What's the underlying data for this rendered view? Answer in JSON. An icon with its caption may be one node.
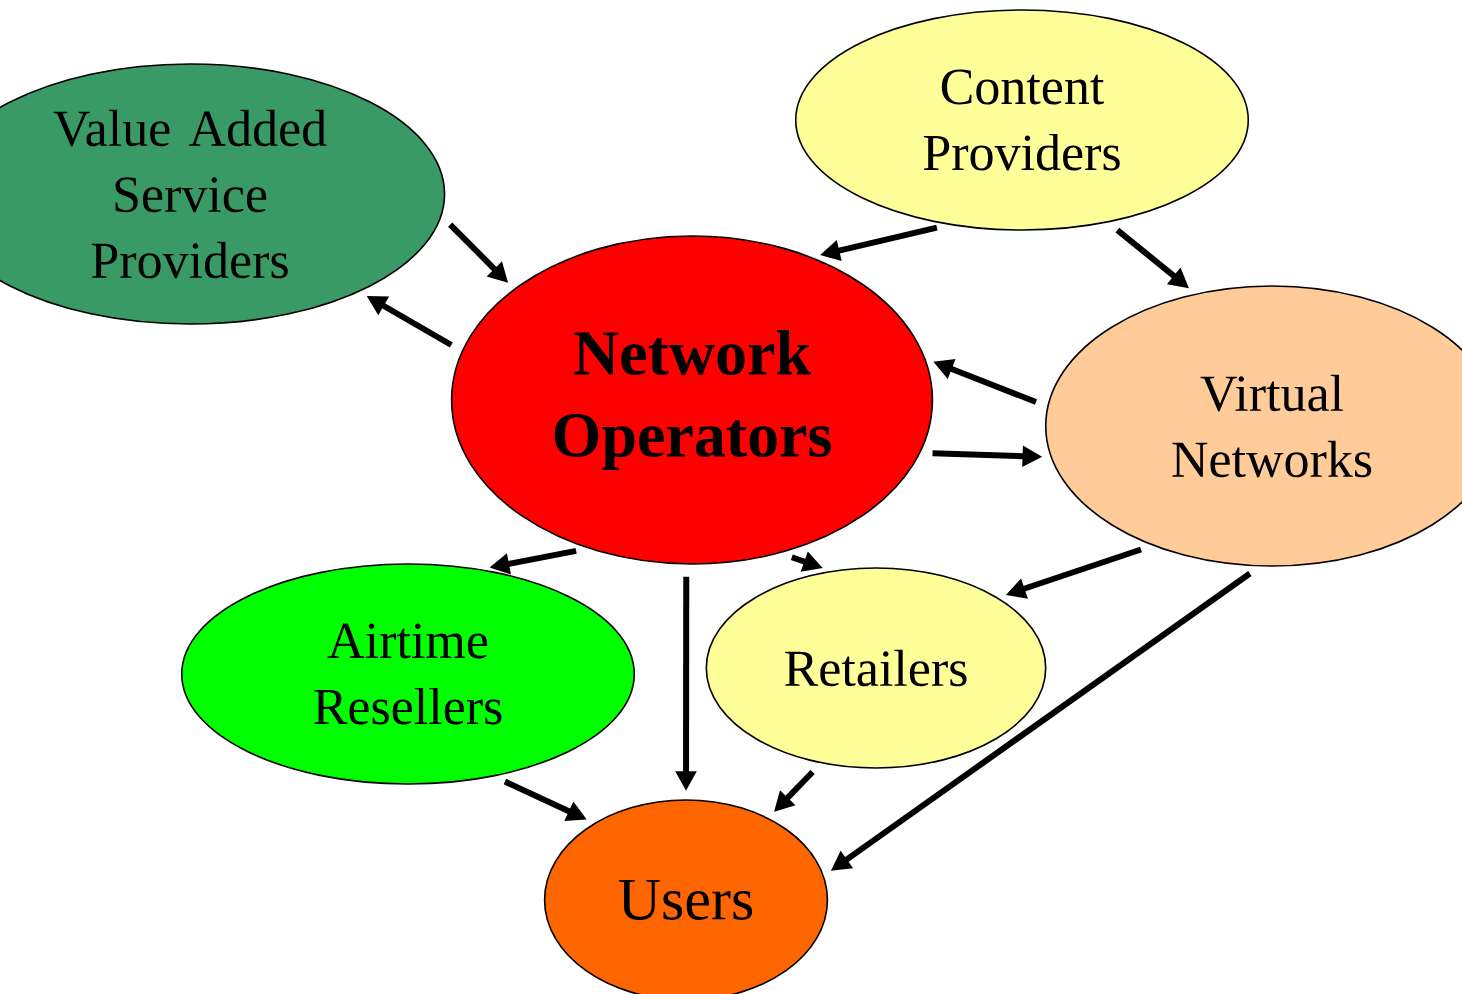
{
  "diagram": {
    "nodes": [
      {
        "text": [
          "Value Added Service Providers"
        ]
      },
      {
        "text": [
          "Content Providers"
        ]
      },
      {
        "text": [
          "Network Operators"
        ]
      },
      {
        "text": [
          "Virtual Networks"
        ]
      },
      {
        "text": [
          "Airtime Resellers"
        ]
      },
      {
        "text": [
          "Retailers"
        ]
      },
      {
        "text": [
          "Users"
        ]
      }
    ],
    "edges": [
      {
        "from": 0,
        "to": 2,
        "arrow": "to"
      },
      {
        "from": 2,
        "to": 0,
        "arrow": "to"
      },
      {
        "from": 1,
        "to": 2,
        "arrow": "to"
      },
      {
        "from": 1,
        "to": 3,
        "arrow": "to"
      },
      {
        "from": 3,
        "to": 2,
        "arrow": "to"
      },
      {
        "from": 2,
        "to": 3,
        "arrow": "to"
      },
      {
        "from": 2,
        "to": 4,
        "arrow": "to"
      },
      {
        "from": 2,
        "to": 6,
        "arrow": "to"
      },
      {
        "from": 2,
        "to": 5,
        "arrow": "to"
      },
      {
        "from": 3,
        "to": 5,
        "arrow": "to"
      },
      {
        "from": 3,
        "to": 6,
        "arrow": "to"
      },
      {
        "from": 4,
        "to": 6,
        "arrow": "to"
      },
      {
        "from": 5,
        "to": 6,
        "arrow": "to"
      }
    ]
  }
}
